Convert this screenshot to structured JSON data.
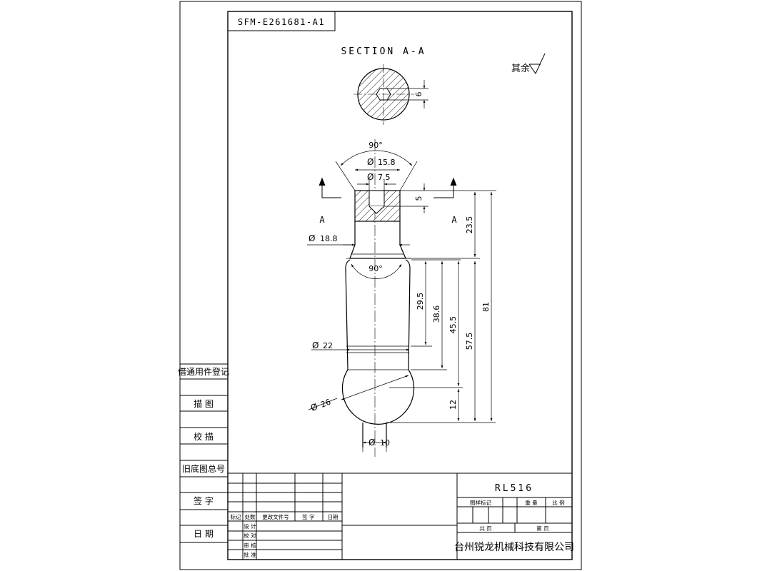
{
  "drawing": {
    "part_code": "SFM-E261681-A1",
    "section_title": "SECTION A-A",
    "surface_note": "其余",
    "section_marks": [
      "A",
      "A"
    ]
  },
  "dimensions": {
    "hex_width": "6",
    "chamfer_angle_top": "90°",
    "dia_15_8": "15.8",
    "dia_7_5": "7.5",
    "depth_5": "5",
    "dim_23_5": "23.5",
    "dia_18_8": "18.8",
    "chamfer_angle_mid": "90°",
    "dim_29_5": "29.5",
    "dim_38_6": "38.6",
    "dim_45_5": "45.5",
    "dim_57_5": "57.5",
    "dim_81": "81",
    "dia_22": "22",
    "dia_26": "26",
    "dim_12": "12",
    "dia_10": "10",
    "diameter_symbol": "Ø"
  },
  "side_panel": {
    "register": "借通用件登记",
    "tracing": "描 图",
    "checking": "校 描",
    "old_drawing_no": "旧底图总号",
    "signature": "签 字",
    "date": "日 期"
  },
  "title_block": {
    "part_number": "RL516",
    "stage_mark": "图样标记",
    "weight": "重 量",
    "scale": "比 例",
    "total": "共 页",
    "sheet": "第 页",
    "company": "台州锐龙机械科技有限公司",
    "rev_headers": [
      "标记",
      "处数",
      "更改文件号",
      "签 字",
      "日期"
    ],
    "roles": [
      "设 计",
      "校 对",
      "审 核",
      "批 准"
    ]
  }
}
